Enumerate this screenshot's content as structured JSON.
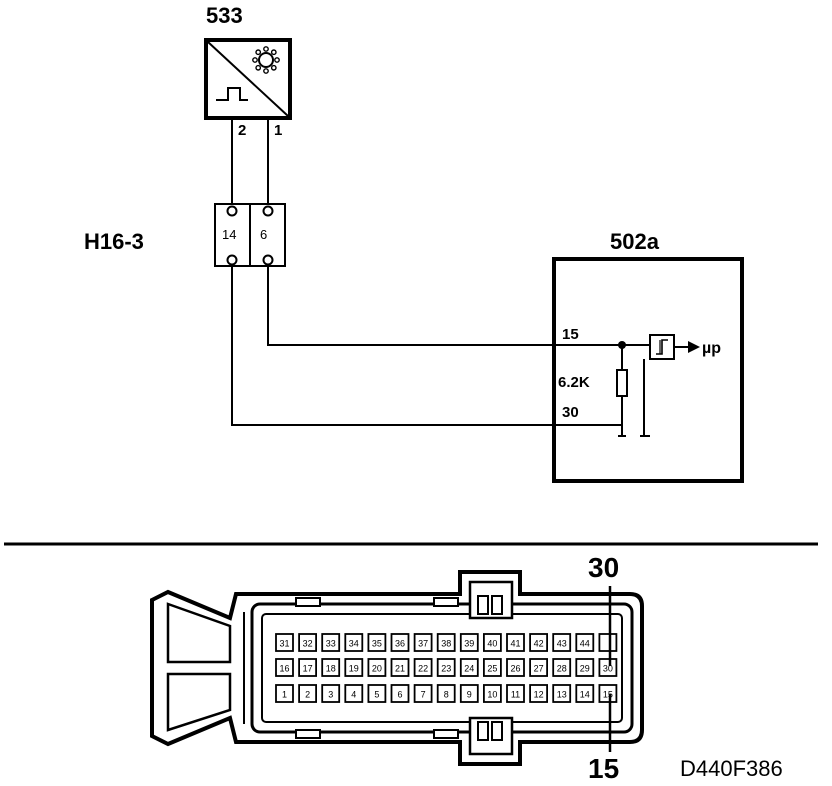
{
  "sensor": {
    "id": "533",
    "pin_left": "2",
    "pin_right": "1"
  },
  "connector_h": {
    "id": "H16-3",
    "pin_left": "14",
    "pin_right": "6"
  },
  "ecu": {
    "id": "502a",
    "pin_top": "15",
    "pin_bottom": "30",
    "resistor": "6.2K",
    "output": "µp"
  },
  "callouts": {
    "top": "30",
    "bottom": "15"
  },
  "connector_rows": {
    "top": [
      "31",
      "32",
      "33",
      "34",
      "35",
      "36",
      "37",
      "38",
      "39",
      "40",
      "41",
      "42",
      "43",
      "44",
      ""
    ],
    "middle": [
      "16",
      "17",
      "18",
      "19",
      "20",
      "21",
      "22",
      "23",
      "24",
      "25",
      "26",
      "27",
      "28",
      "29",
      "30"
    ],
    "bottom": [
      "1",
      "2",
      "3",
      "4",
      "5",
      "6",
      "7",
      "8",
      "9",
      "10",
      "11",
      "12",
      "13",
      "14",
      "15"
    ]
  },
  "figure_code": "D440F386"
}
